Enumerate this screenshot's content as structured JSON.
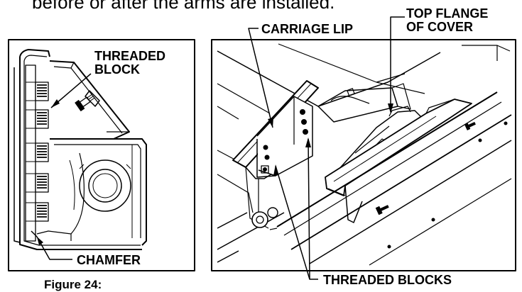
{
  "page": {
    "clipped_heading": "before or after the arms are installed.",
    "figure_caption": "Figure 24:"
  },
  "left_view": {
    "threaded_block_label": [
      "THREADED",
      "BLOCK"
    ],
    "chamfer_label": "CHAMFER"
  },
  "right_view": {
    "carriage_lip_label": "CARRIAGE LIP",
    "top_flange_label": [
      "TOP FLANGE",
      "OF COVER"
    ],
    "threaded_blocks_label": "THREADED BLOCKS"
  }
}
